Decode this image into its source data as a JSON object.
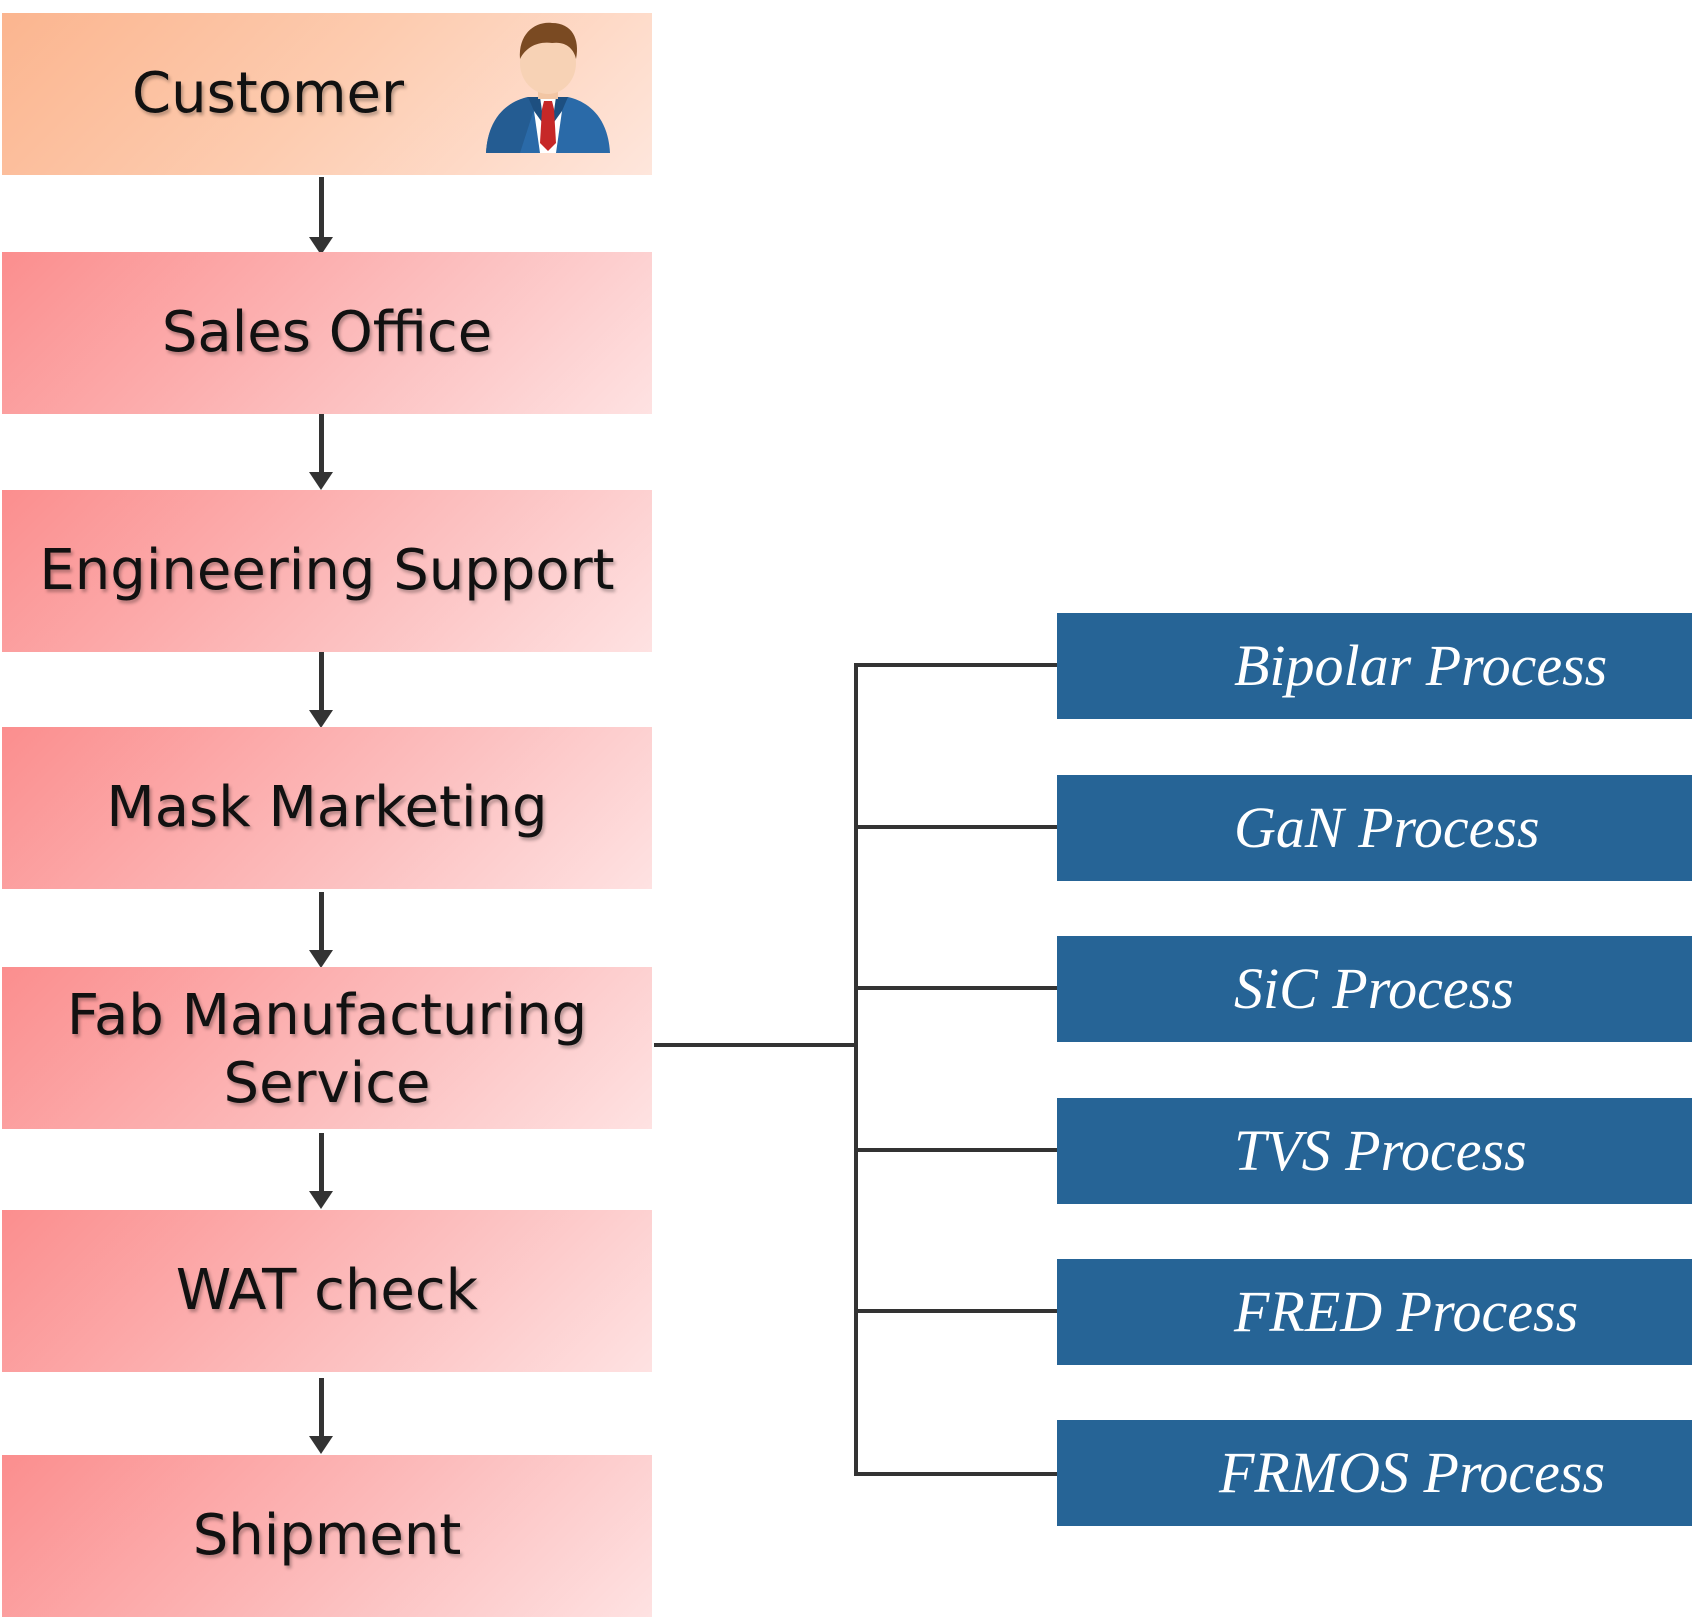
{
  "flow": {
    "steps": [
      {
        "label": "Customer"
      },
      {
        "label": "Sales Office"
      },
      {
        "label": "Engineering Support"
      },
      {
        "label": "Mask Marketing"
      },
      {
        "label": "Fab Manufacturing Service"
      },
      {
        "label": "WAT check"
      },
      {
        "label": "Shipment"
      }
    ],
    "customer_icon": "businessman-avatar-icon"
  },
  "processes": {
    "items": [
      {
        "label": "Bipolar Process"
      },
      {
        "label": "GaN Process"
      },
      {
        "label": "SiC Process"
      },
      {
        "label": "TVS Process"
      },
      {
        "label": "FRED Process"
      },
      {
        "label": "FRMOS Process"
      }
    ]
  },
  "colors": {
    "customer_box": "#fcc8a9",
    "step_box": "#fbaeae",
    "process_box": "#266496",
    "connector": "#333333"
  }
}
